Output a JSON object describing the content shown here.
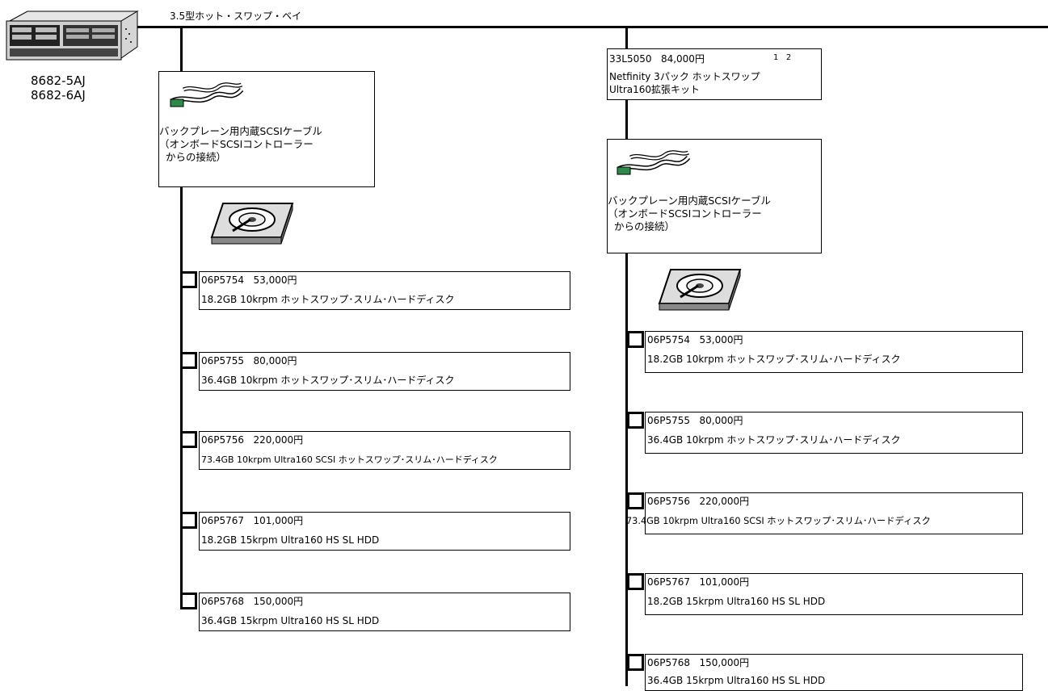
{
  "server": {
    "bay_label": "3.5型ホット・スワップ・ベイ",
    "models": [
      "8682-5AJ",
      "8682-6AJ"
    ],
    "icon": "server-icon"
  },
  "left_column": {
    "cable_box": {
      "icon": "scsi-cable-icon",
      "lines": [
        "バックプレーン用内蔵SCSIケーブル",
        "（オンボードSCSIコントローラー",
        "  からの接続）"
      ]
    },
    "disk_icon": "hard-disk-icon",
    "disks": [
      {
        "part": "06P5754",
        "price": "53,000円",
        "desc": "18.2GB 10krpm ホットスワップ･スリム･ハードディスク"
      },
      {
        "part": "06P5755",
        "price": "80,000円",
        "desc": "36.4GB 10krpm ホットスワップ･スリム･ハードディスク"
      },
      {
        "part": "06P5756",
        "price": "220,000円",
        "desc": "73.4GB 10krpm Ultra160 SCSI ホットスワップ･スリム･ハードディスク"
      },
      {
        "part": "06P5767",
        "price": "101,000円",
        "desc": "18.2GB 15krpm Ultra160 HS SL HDD"
      },
      {
        "part": "06P5768",
        "price": "150,000円",
        "desc": "36.4GB 15krpm Ultra160 HS SL HDD"
      }
    ]
  },
  "right_column": {
    "kit": {
      "part": "33L5050",
      "price": "84,000円",
      "notes": "1   2",
      "lines": [
        "Netfinity 3パック ホットスワップ",
        "Ultra160拡張キット"
      ]
    },
    "cable_box": {
      "icon": "scsi-cable-icon",
      "lines": [
        "バックプレーン用内蔵SCSIケーブル",
        "（オンボードSCSIコントローラー",
        "  からの接続）"
      ]
    },
    "disk_icon": "hard-disk-icon",
    "disks": [
      {
        "part": "06P5754",
        "price": "53,000円",
        "desc": "18.2GB 10krpm ホットスワップ･スリム･ハードディスク"
      },
      {
        "part": "06P5755",
        "price": "80,000円",
        "desc": "36.4GB 10krpm ホットスワップ･スリム･ハードディスク"
      },
      {
        "part": "06P5756",
        "price": "220,000円",
        "desc": "73.4GB 10krpm Ultra160 SCSI ホットスワップ･スリム･ハードディスク"
      },
      {
        "part": "06P5767",
        "price": "101,000円",
        "desc": "18.2GB 15krpm Ultra160 HS SL HDD"
      },
      {
        "part": "06P5768",
        "price": "150,000円",
        "desc": "36.4GB 15krpm Ultra160 HS SL HDD"
      }
    ]
  }
}
